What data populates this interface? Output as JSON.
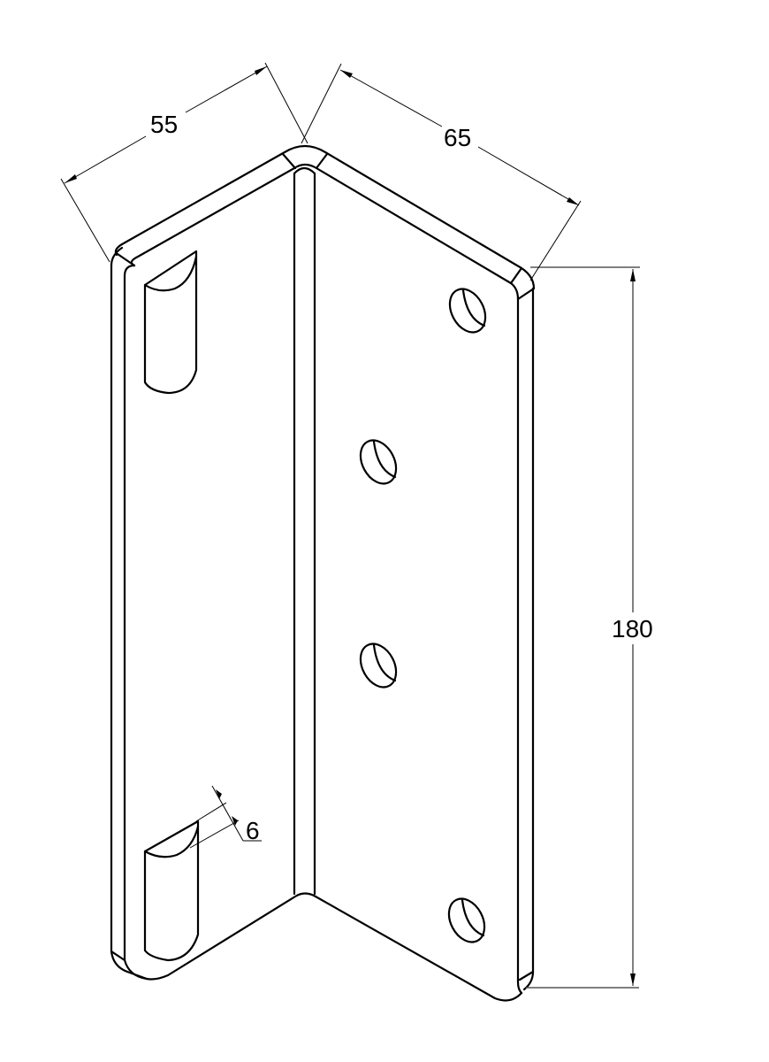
{
  "drawing": {
    "title": "L-bracket isometric view",
    "line_color": "#000000",
    "background": "#ffffff"
  },
  "dimensions": {
    "left_flange_width": {
      "label": "55",
      "value": 55
    },
    "right_flange_width": {
      "label": "65",
      "value": 65
    },
    "height": {
      "label": "180",
      "value": 180
    },
    "slot_radius": {
      "label": "6",
      "value": 6
    }
  },
  "features": {
    "slots": [
      {
        "name": "upper-slot",
        "flange": "left"
      },
      {
        "name": "lower-slot",
        "flange": "left"
      }
    ],
    "holes": [
      {
        "name": "hole-1",
        "flange": "right"
      },
      {
        "name": "hole-2",
        "flange": "right"
      },
      {
        "name": "hole-3",
        "flange": "right"
      },
      {
        "name": "hole-4",
        "flange": "right"
      }
    ]
  }
}
